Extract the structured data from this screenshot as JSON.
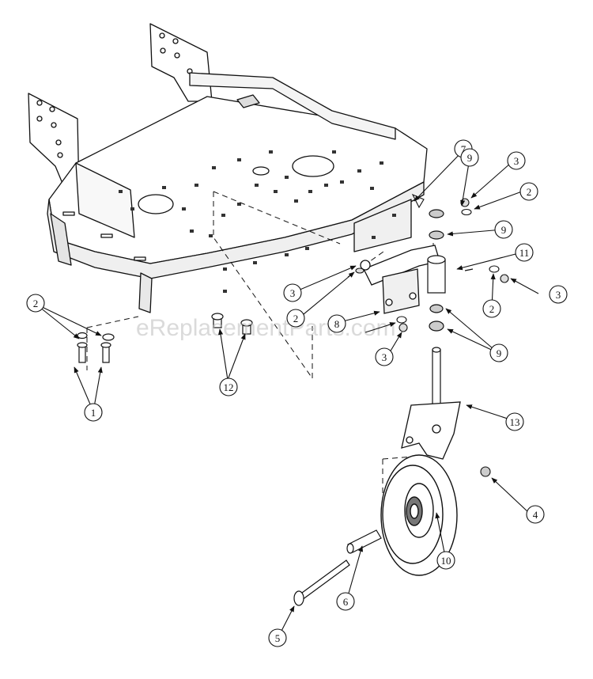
{
  "watermark": "eReplacementParts.com",
  "colors": {
    "line": "#111111",
    "fill": "#ffffff",
    "shade": "#d9d9d9",
    "dark": "#555555"
  },
  "callouts": {
    "c1": "1",
    "c2a": "2",
    "c2b": "2",
    "c2c": "2",
    "c2d": "2",
    "c3a": "3",
    "c3b": "3",
    "c3c": "3",
    "c3d": "3",
    "c4": "4",
    "c5": "5",
    "c6": "6",
    "c7": "7",
    "c8": "8",
    "c9a": "9",
    "c9b": "9",
    "c9c": "9",
    "c10": "10",
    "c11": "11",
    "c12": "12",
    "c13": "13"
  }
}
